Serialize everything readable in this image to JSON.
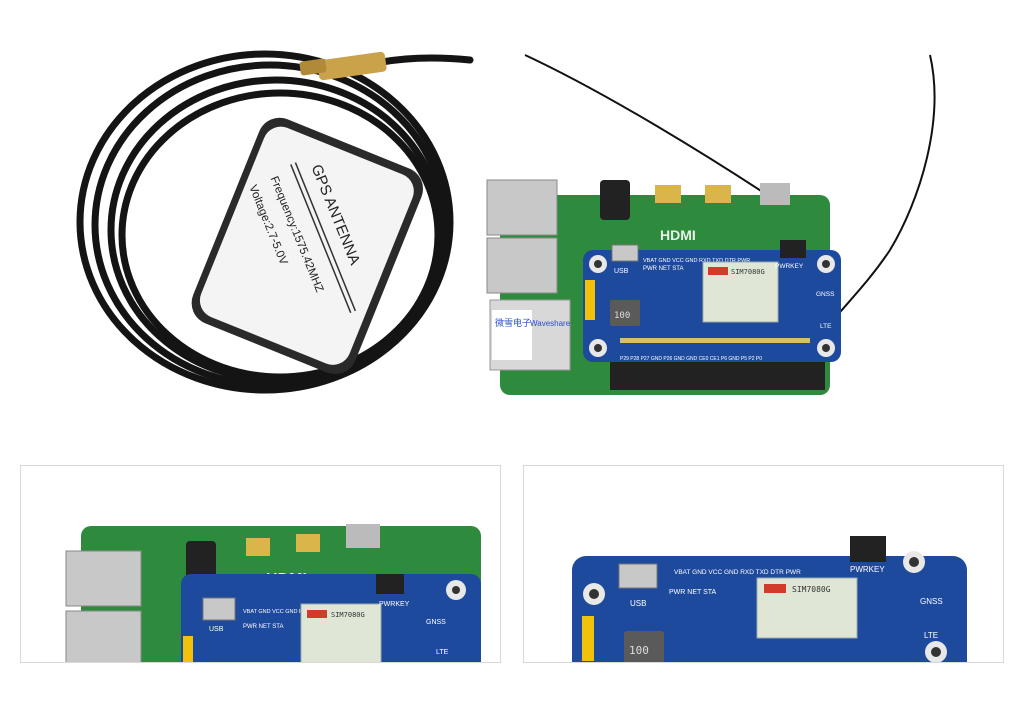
{
  "antenna": {
    "title": "GPS ANTENNA",
    "frequency": "Frequency:1575.42MHZ",
    "voltage": "Voltage:2.7-5.0V"
  },
  "board": {
    "hdmi": "HDMI",
    "module": "SIM7080G",
    "pwrkey": "PWRKEY",
    "gnss": "GNSS",
    "lte": "LTE",
    "usb": "USB",
    "indicators": "PWR NET STA",
    "header_top": "VBAT GND VCC GND RXD TXD DTR PWR",
    "header_bottom": "P29 P28 P27 GND P26 GND GND CE0 CE1 P6 GND P5 P2 P0",
    "ind_100": "100",
    "label_brand": "Waveshare",
    "label_cn": "微雪电子"
  },
  "colors": {
    "pcb_blue": "#1e4a9e",
    "pcb_green": "#2e8b3e",
    "cable": "#141414",
    "gold": "#c9a24a"
  }
}
